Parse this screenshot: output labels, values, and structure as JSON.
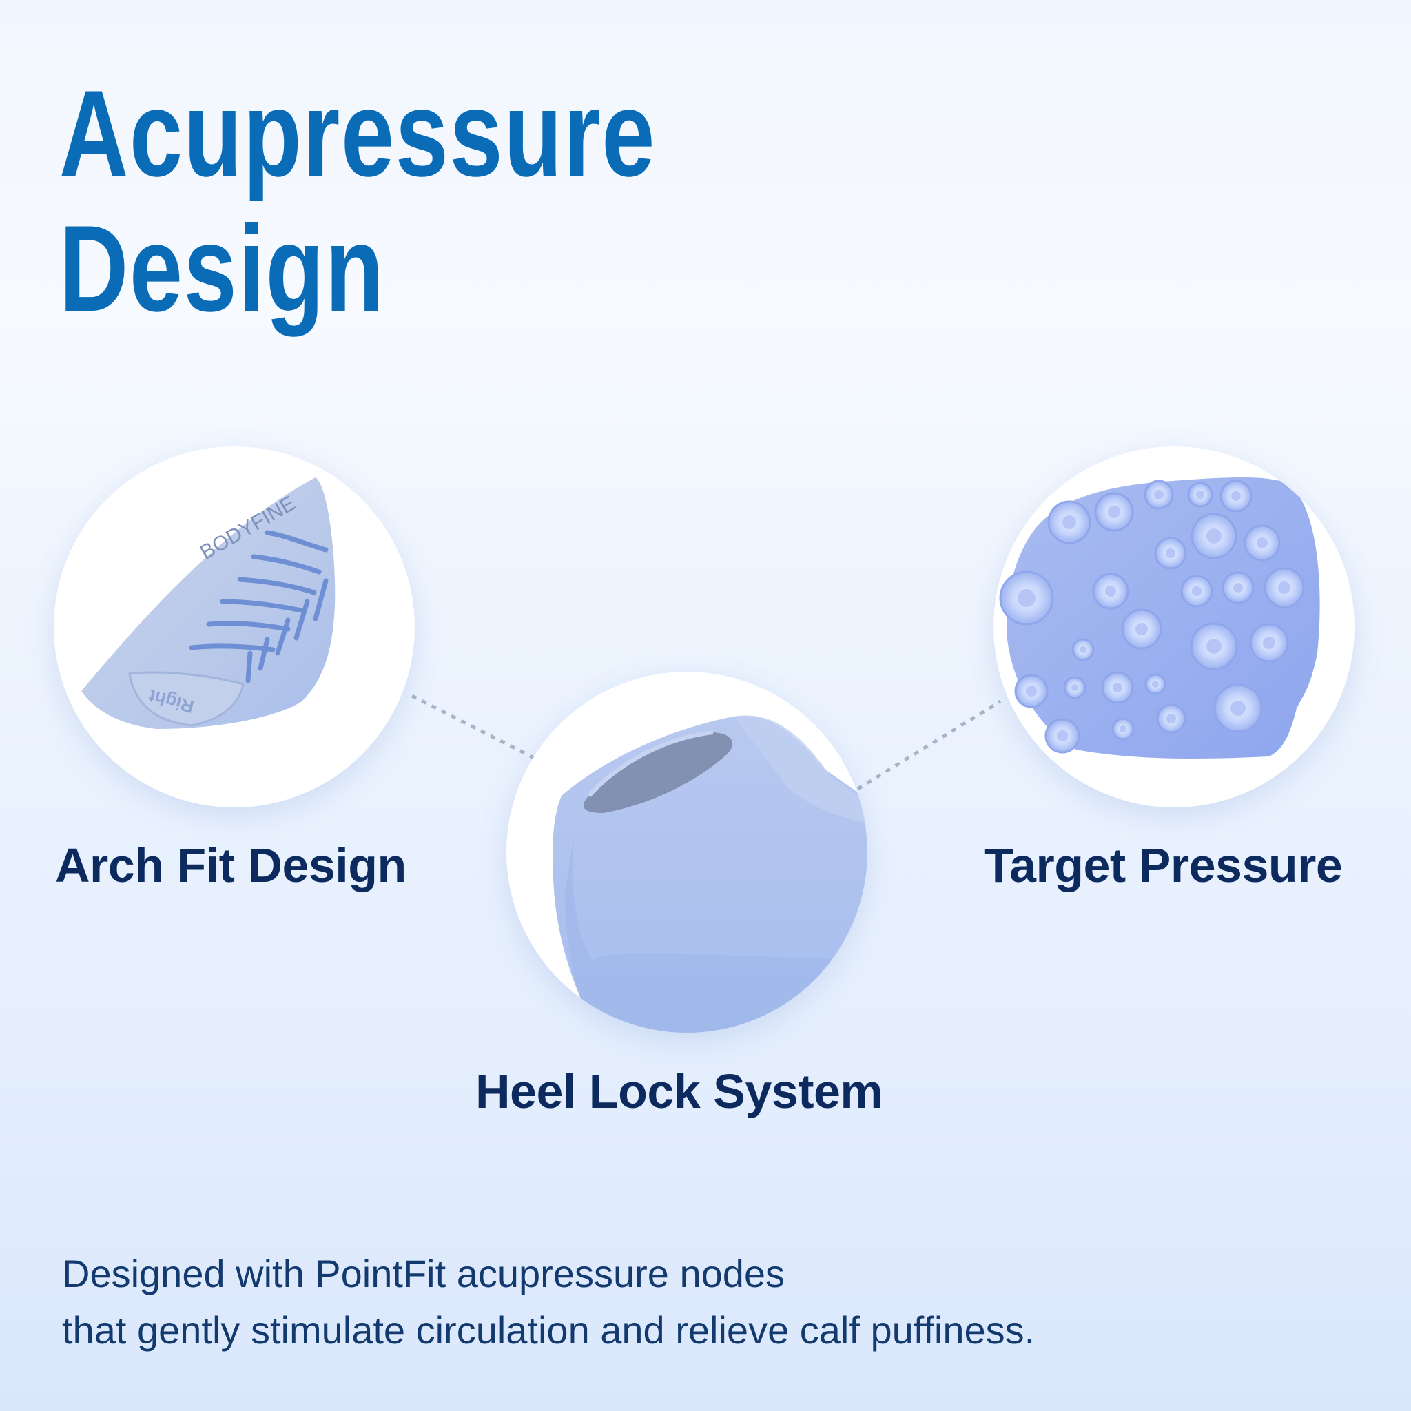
{
  "heading": {
    "line1": "Acupressure",
    "line2": "Design"
  },
  "features": {
    "arch": {
      "label": "Arch Fit Design",
      "brand_mark": "BODYFINE",
      "side_mark": "Right"
    },
    "heel": {
      "label": "Heel Lock System"
    },
    "target": {
      "label": "Target Pressure"
    }
  },
  "description": {
    "line1": "Designed with PointFit acupressure nodes",
    "line2": "that gently stimulate circulation and relieve calf puffiness."
  },
  "colors": {
    "title": "#0a6cb6",
    "label": "#0d2a5e",
    "body_text": "#133a6e",
    "product": "#a9c1ef"
  }
}
